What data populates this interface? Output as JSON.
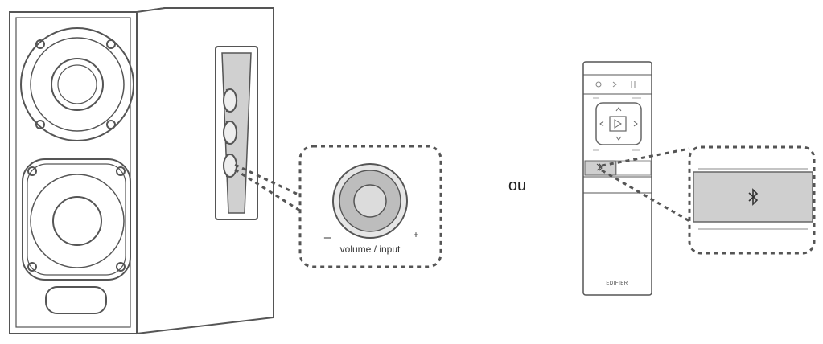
{
  "diagram": {
    "knob_callout": {
      "minus": "–",
      "plus": "+",
      "label": "volume / input"
    },
    "separator": "ou",
    "remote": {
      "brand": "EDIFIER"
    },
    "bluetooth_callout": {
      "icon": "bluetooth-icon"
    }
  },
  "colors": {
    "line": "#555555",
    "highlight": "#cfcfcf",
    "fill": "#ffffff"
  }
}
